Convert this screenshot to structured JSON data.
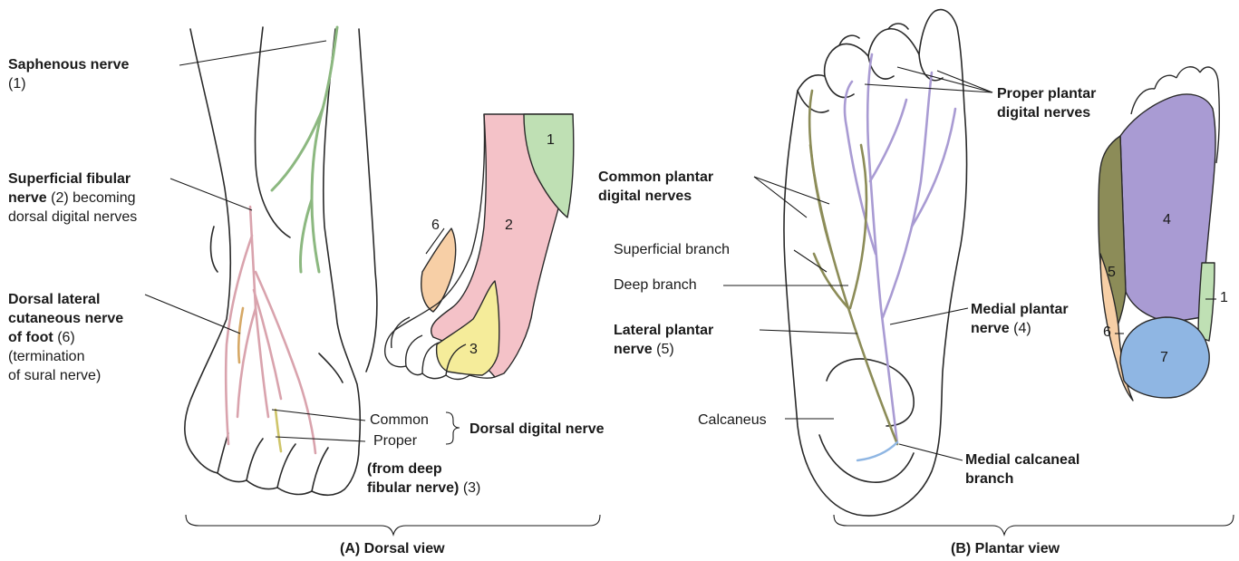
{
  "panel_a": {
    "caption": "(A) Dorsal view",
    "labels": {
      "saphenous": {
        "name": "Saphenous nerve",
        "ref": "(1)"
      },
      "superficial_fibular": {
        "name_1": "Superficial fibular",
        "name_2": "nerve",
        "ref": "(2) becoming",
        "line3": "dorsal digital nerves"
      },
      "dorsal_lateral": {
        "line1": "Dorsal lateral",
        "line2": "cutaneous nerve",
        "line3": "of foot",
        "ref": "(6)",
        "line4": "(termination",
        "line5": "of sural nerve)"
      },
      "common": "Common",
      "proper": "Proper",
      "dorsal_digital": "Dorsal digital nerve",
      "from_deep_1": "(from deep",
      "from_deep_2": "fibular nerve)",
      "from_deep_ref": "(3)"
    },
    "zone_numbers": {
      "z1": "1",
      "z2": "2",
      "z3": "3",
      "z6": "6"
    }
  },
  "panel_b": {
    "caption": "(B) Plantar view",
    "labels": {
      "proper_plantar_1": "Proper plantar",
      "proper_plantar_2": "digital nerves",
      "common_plantar_1": "Common plantar",
      "common_plantar_2": "digital nerves",
      "superficial_branch": "Superficial branch",
      "deep_branch": "Deep branch",
      "lateral_plantar_1": "Lateral plantar",
      "lateral_plantar_2": "nerve",
      "lateral_plantar_ref": "(5)",
      "medial_plantar_1": "Medial plantar",
      "medial_plantar_2": "nerve",
      "medial_plantar_ref": "(4)",
      "calcaneus": "Calcaneus",
      "medial_calcaneal_1": "Medial calcaneal",
      "medial_calcaneal_2": "branch"
    },
    "zone_numbers": {
      "z1": "1",
      "z4": "4",
      "z5": "5",
      "z6": "6",
      "z7": "7"
    }
  },
  "colors": {
    "saphenous_green": "#bfe0b4",
    "superficial_fibular_pink": "#f3c6cc",
    "deep_fibular_yellow": "#f5ec9a",
    "sural_orange": "#f7cfa6",
    "medial_plantar_purple": "#a99bd3",
    "lateral_plantar_olive": "#8c8c58",
    "calcaneal_blue": "#8fb6e3",
    "outline": "#2a2a2a"
  }
}
